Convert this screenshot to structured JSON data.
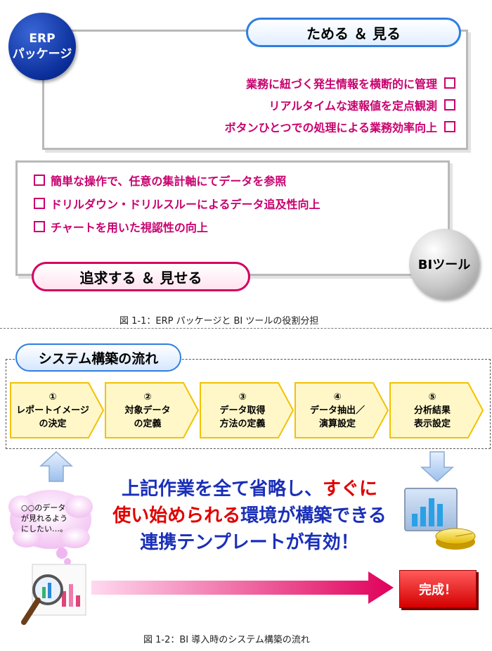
{
  "figure1": {
    "erp_badge": [
      "ERP",
      "パッケージ"
    ],
    "bi_badge": "BIツール",
    "top_pill": "ためる ＆ 見る",
    "bottom_pill": "追求する ＆ 見せる",
    "erp_items": [
      "業務に紐づく発生情報を横断的に管理",
      "リアルタイムな速報値を定点観測",
      "ボタンひとつでの処理による業務効率向上"
    ],
    "bi_items": [
      "簡単な操作で、任意の集計軸にてデータを参照",
      "ドリルダウン・ドリルスルーによるデータ追及性向上",
      "チャートを用いた視認性の向上"
    ],
    "caption": "図 1-1：ERP パッケージと BI ツールの役割分担"
  },
  "figure2": {
    "title": "システム構築の流れ",
    "steps": [
      {
        "num": "①",
        "line1": "レポートイメージ",
        "line2": "の決定"
      },
      {
        "num": "②",
        "line1": "対象データ",
        "line2": "の定義"
      },
      {
        "num": "③",
        "line1": "データ取得",
        "line2": "方法の定義"
      },
      {
        "num": "④",
        "line1": "データ抽出／",
        "line2": "演算設定"
      },
      {
        "num": "⑤",
        "line1": "分析結果",
        "line2": "表示設定"
      }
    ],
    "bubble": [
      "○○のデータ",
      "が見れるよう",
      "にしたい…。"
    ],
    "headline": {
      "line1_a": "上記作業を全て省略し、",
      "line1_b": "すぐに",
      "line2_a": "使い始められる",
      "line2_b": "環境が構築できる",
      "line3": "連携テンプレートが有効！"
    },
    "done_label": "完成！",
    "caption": "図 1-2：BI 導入時のシステム構築の流れ",
    "colors": {
      "step_fill": "#fff7c8",
      "step_border": "#f2c200",
      "headline": "#1a2fb8",
      "highlight": "#e00000"
    }
  }
}
